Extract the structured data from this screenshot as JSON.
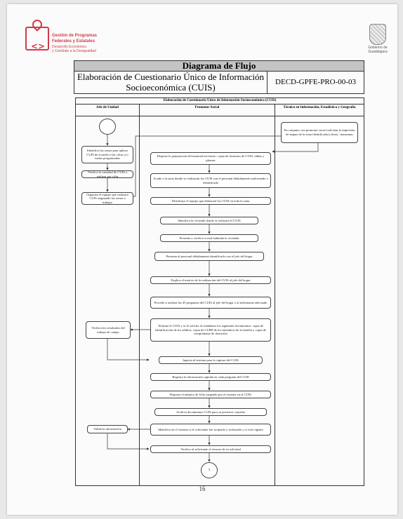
{
  "left_logo": {
    "code_glyph": "<>",
    "line1": "Gestión de Programas",
    "line2": "Federales y Estatales",
    "line3": "Desarrollo Económico",
    "line4": "y Combate a la Desigualdad"
  },
  "right_logo": {
    "line1": "Gobierno de",
    "line2": "Guadalajara"
  },
  "header": {
    "title": "Diagrama de Flujo",
    "name": "Elaboración de Cuestionario Único de Información Socioeconómica (CUIS)",
    "code": "DECD-GPFE-PRO-00-03"
  },
  "flowchart": {
    "title": "Elaboración de Cuestionario Único de Información Socioeconómica (CUIS)",
    "lanes": [
      "Jefe de Unidad",
      "Promotor Social",
      "Técnico en Información, Estadística y Geografía"
    ],
    "nodes": {
      "j1": "Identifica las zonas para aplicar CUIS de acuerdo a las cifras y/o metas programadas",
      "j2": "Verifica la cantidad de CUIS a realizar por cifra",
      "j3": "Organiza el equipo que realizará CUIS asignando las zonas a trabajar",
      "j4": "Verifica los resultados del trabajo de campo",
      "j5": "Valida la información",
      "t1": "En conjunto con promotor social solicitan la impresión de mapas de la zona identificada (cifras) / manzanas",
      "p1": "Dispone la preparación del material necesario: copia de formatos de CUIS, tablas y plumas",
      "p2": "Acude a la zona donde se realizarán los CUIS con el personal debidamente uniformado e identificado",
      "p3": "Distribuye el equipo que elaborará los CUIS en toda la zona",
      "p4": "Identifica la vivienda donde se realizará el CUIS",
      "p5": "Presenta o verifica si está habitada la vivienda",
      "p6": "Presenta al personal debidamente identificado con el jefe del hogar",
      "p7": "Explica el motivo de la realización del CUIS al jefe del hogar",
      "p8": "Procede a realizar las 45 preguntas del CUIS al jefe del hogar o al informante adecuado",
      "p9": "Termina el CUIS y se le solicita al ciudadano los siguientes documentos: copia de identificación de los adultos, copia de CURP de los miembros de la familia y copia de comprobante de domicilio",
      "p10": "Ingresa al sistema para la captura del CUIS",
      "p11": "Registra la información captada en cada pregunta del CUIS",
      "p12": "Registra el número de folio asignado por el sistema en el CUIS",
      "p13": "Archiva documentos CUIS para su posterior consulta",
      "p14": "Identifica en el sistema si el solicitante fue aceptado o rechazado y si está vigente",
      "p15": "Verifica al solicitante el retorno de su solicitud",
      "connector": "1"
    }
  },
  "page_number": "16"
}
